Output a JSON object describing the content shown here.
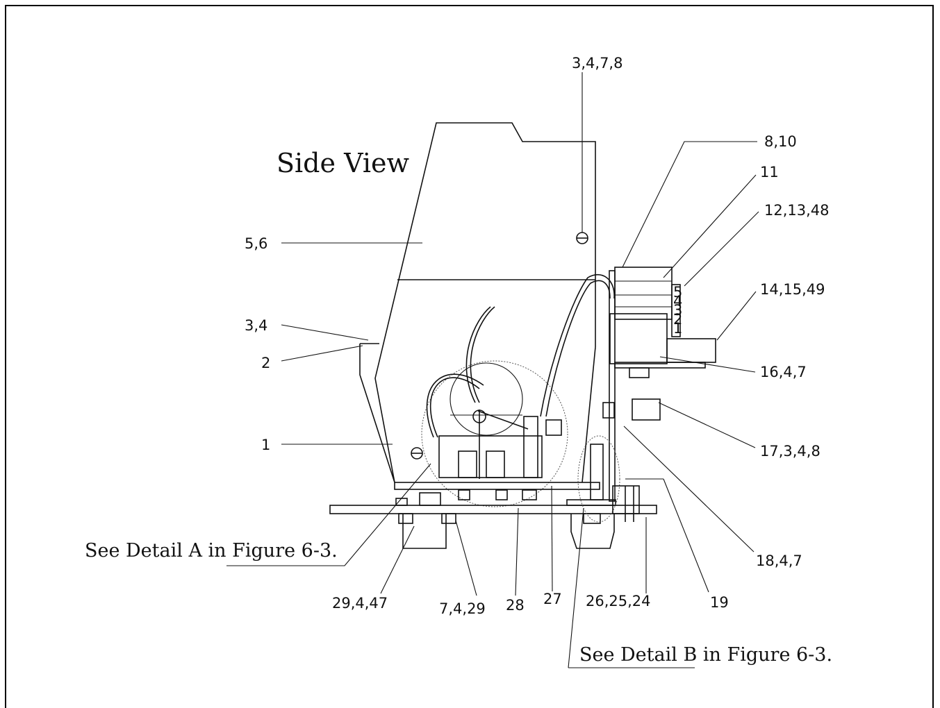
{
  "title": "Side View",
  "references": {
    "detail_a": "See Detail  A in Figure 6-3.",
    "detail_b": "See Detail  B in Figure 6-3."
  },
  "callouts": {
    "top": "3,4,7,8",
    "c8_10": "8,10",
    "c11": "11",
    "c12_13_48": "12,13,48",
    "c14_15_49": "14,15,49",
    "c16_4_7": "16,4,7",
    "c17_3_4_8": "17,3,4,8",
    "c18_4_7": "18,4,7",
    "c19": "19",
    "c26_25_24": "26,25,24",
    "c27": "27",
    "c28": "28",
    "c7_4_29": "7,4,29",
    "c29_4_47": "29,4,47",
    "c5_6": "5,6",
    "c3_4": "3,4",
    "c2": "2",
    "c1": "1"
  },
  "scale_marks": [
    "5",
    "4",
    "3",
    "2",
    "1"
  ]
}
